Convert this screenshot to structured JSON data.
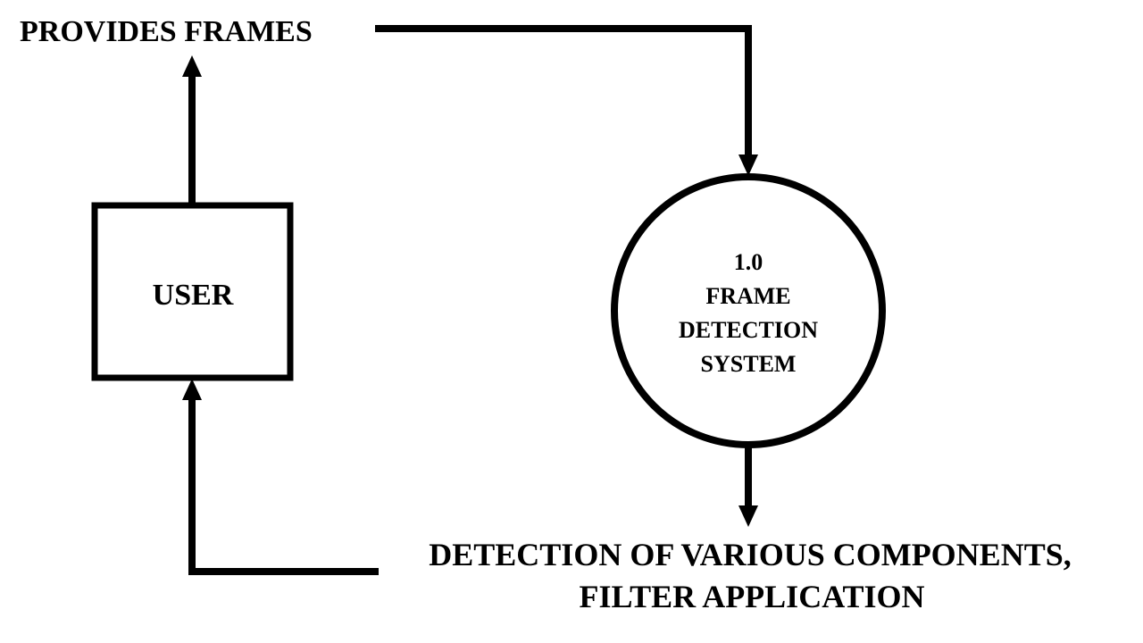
{
  "entity": {
    "label": "USER"
  },
  "process": {
    "number": "1.0",
    "name_lines": [
      "FRAME",
      "DETECTION",
      "SYSTEM"
    ]
  },
  "flows": {
    "input": {
      "label": "PROVIDES FRAMES"
    },
    "output": {
      "label_lines": [
        "DETECTION OF VARIOUS COMPONENTS,",
        "FILTER APPLICATION"
      ]
    }
  },
  "colors": {
    "stroke": "#000000",
    "background": "#ffffff"
  }
}
